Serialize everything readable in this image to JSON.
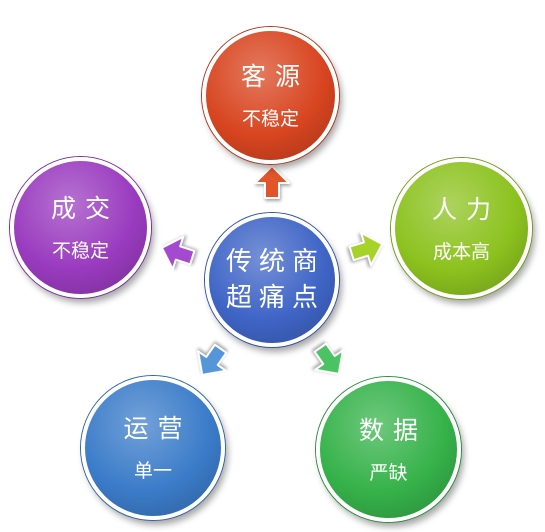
{
  "center": {
    "line1": "传统商",
    "line2": "超痛点",
    "color": "#3f65c6"
  },
  "nodes": [
    {
      "id": "keyuan",
      "title": "客源",
      "subtitle": "不稳定",
      "color": "#d84520",
      "arrow_color": "#e1552b"
    },
    {
      "id": "renli",
      "title": "人力",
      "subtitle": "成本高",
      "color": "#8cc21f",
      "arrow_color": "#a6d327"
    },
    {
      "id": "shuju",
      "title": "数据",
      "subtitle": "严缺",
      "color": "#36b24a",
      "arrow_color": "#4cc363"
    },
    {
      "id": "yunying",
      "title": "运营",
      "subtitle": "单一",
      "color": "#3b7cc9",
      "arrow_color": "#5596d9"
    },
    {
      "id": "chengjiao",
      "title": "成交",
      "subtitle": "不稳定",
      "color": "#9a3bbf",
      "arrow_color": "#a44ad0"
    }
  ]
}
